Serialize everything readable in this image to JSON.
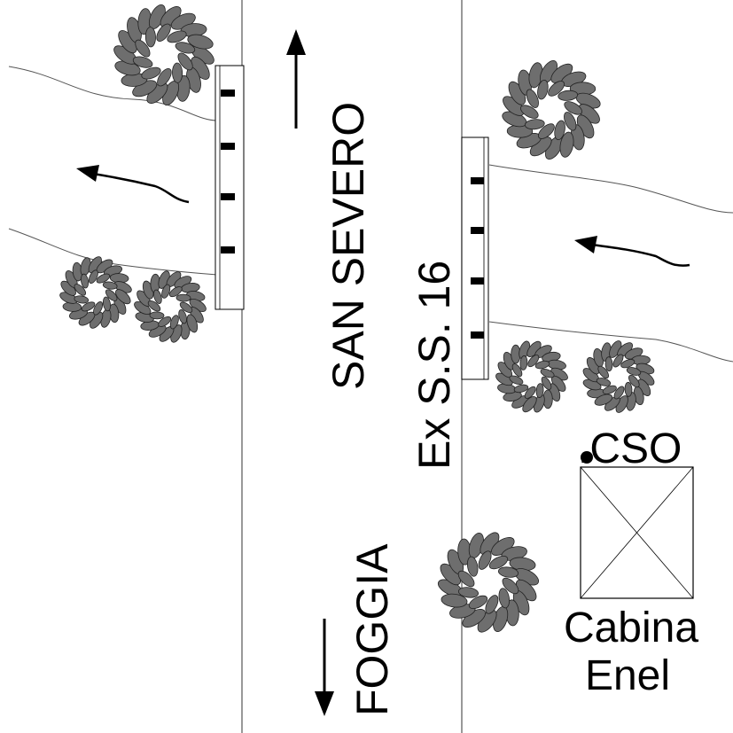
{
  "labels": {
    "direction_north": "SAN SEVERO",
    "road_name": "Ex S.S. 16",
    "direction_south": "FOGGIA",
    "point_label": ".CSO",
    "cabin_line1": "Cabina",
    "cabin_line2": "Enel"
  },
  "colors": {
    "tree_fill": "#6e6e6e",
    "line": "#000000",
    "thin_line": "#555555"
  }
}
